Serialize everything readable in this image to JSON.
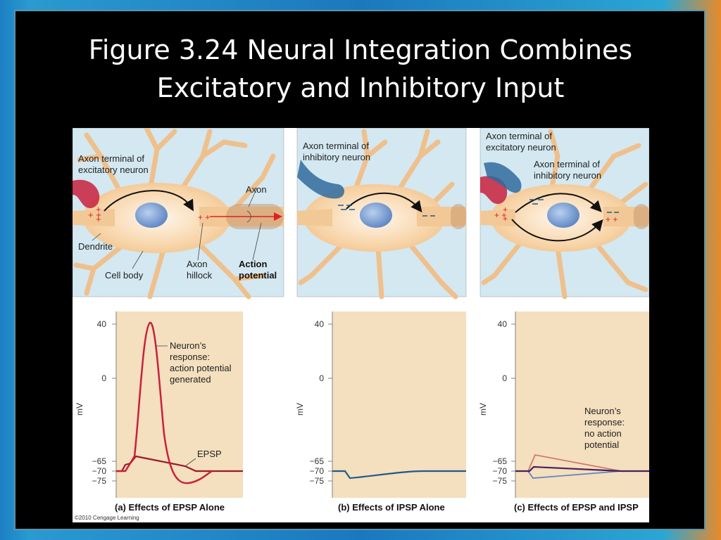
{
  "slide": {
    "title_line1": "Figure 3.24 Neural Integration Combines",
    "title_line2": "Excitatory and Inhibitory Input"
  },
  "panel_a_diagram": {
    "axon_terminal_label_1": "Axon terminal of",
    "axon_terminal_label_2": "excitatory neuron",
    "axon_label": "Axon",
    "dendrite_label": "Dendrite",
    "cell_body_label": "Cell body",
    "axon_hillock_label_1": "Axon",
    "axon_hillock_label_2": "hillock",
    "action_potential_label_1": "Action",
    "action_potential_label_2": "potential"
  },
  "panel_b_diagram": {
    "axon_terminal_label_1": "Axon terminal of",
    "axon_terminal_label_2": "inhibitory neuron"
  },
  "panel_c_diagram": {
    "excitatory_label_1": "Axon terminal of",
    "excitatory_label_2": "excitatory neuron",
    "inhibitory_label_1": "Axon terminal of",
    "inhibitory_label_2": "inhibitory neuron"
  },
  "graphs": {
    "y_axis_label": "mV",
    "y_ticks": [
      "40",
      "0",
      "−65",
      "−70",
      "−75"
    ],
    "a_caption": "(a) Effects of EPSP Alone",
    "a_annotation_1": "Neuron’s",
    "a_annotation_2": "response:",
    "a_annotation_3": "action potential",
    "a_annotation_4": "generated",
    "a_epsp_label": "EPSP",
    "b_caption": "(b) Effects of IPSP Alone",
    "c_caption": "(c) Effects of EPSP and IPSP",
    "c_annotation_1": "Neuron’s",
    "c_annotation_2": "response:",
    "c_annotation_3": "no action",
    "c_annotation_4": "potential"
  },
  "copyright": "©2010 Cengage Learning",
  "colors": {
    "frame": "#000000",
    "graph_bg": "#f4dfbe",
    "diagram_bg": "#cfe6ef",
    "neuron": "#f6cfa0",
    "nucleus": "#7ea4d6",
    "excitatory": "#c8203d",
    "inhibitory": "#1f5a8c",
    "epsp_line": "#9a1a2a"
  }
}
